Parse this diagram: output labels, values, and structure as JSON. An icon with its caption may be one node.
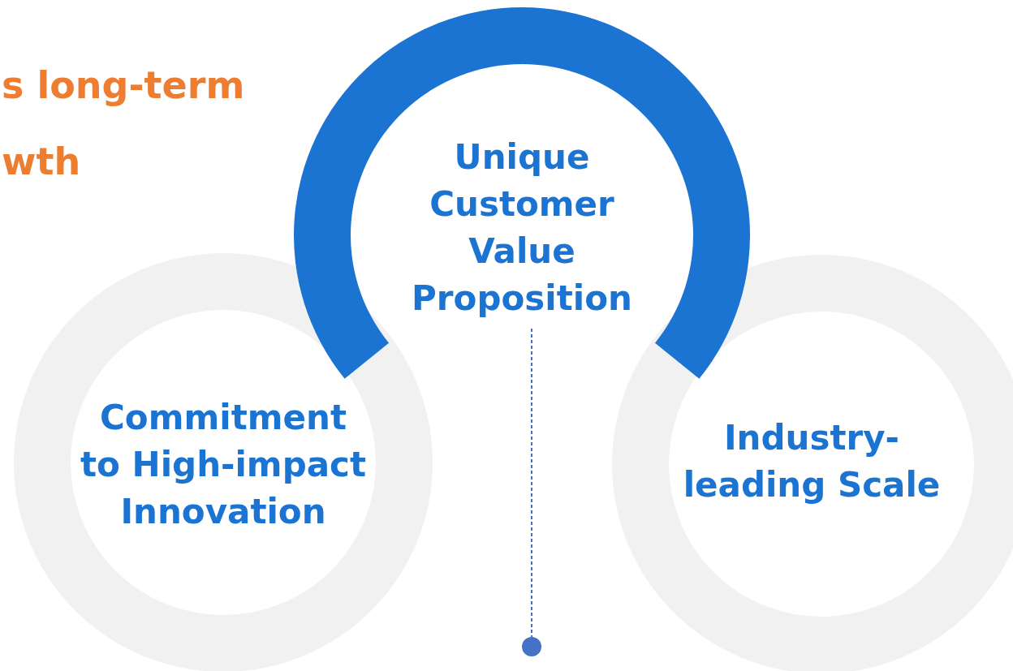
{
  "diagram": {
    "nodes": [
      {
        "text": [
          "Unique Customer Value Proposition"
        ]
      },
      {
        "text": [
          "Commitment to High-impact Innovation"
        ]
      },
      {
        "text": [
          "Industry-leading Scale"
        ]
      },
      {
        "text": [],
        "shape": "circle"
      }
    ],
    "edges": [
      {
        "from": 0,
        "to": 3,
        "arrow": "none",
        "style": "dashed"
      }
    ],
    "labels": [
      "s long-term",
      "wth"
    ]
  }
}
